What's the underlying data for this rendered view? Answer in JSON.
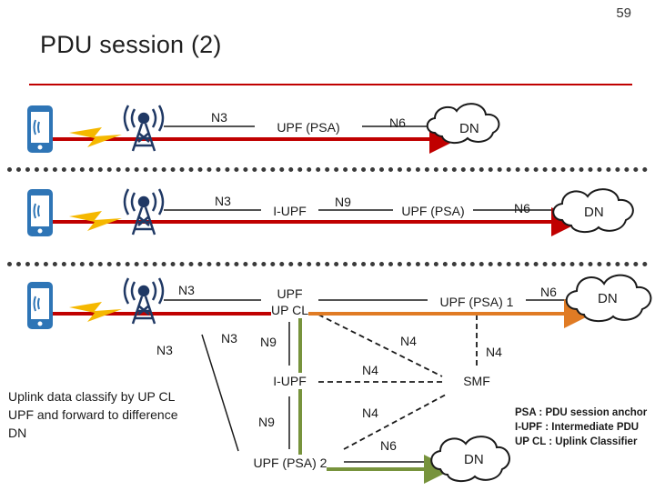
{
  "slide": {
    "number": "59",
    "title": "PDU session (2)"
  },
  "scenario1": {
    "n3": "N3",
    "upf": "UPF (PSA)",
    "n6": "N6",
    "dn": "DN"
  },
  "scenario2": {
    "n3": "N3",
    "iupf": "I-UPF",
    "n9": "N9",
    "upf": "UPF (PSA)",
    "n6": "N6",
    "dn": "DN"
  },
  "scenario3": {
    "n3_top": "N3",
    "n3_left": "N3",
    "n3_mid": "N3",
    "upf_cl_line1": "UPF",
    "upf_cl_line2": "UP CL",
    "upf_psa1": "UPF (PSA) 1",
    "n6_top": "N6",
    "dn_top": "DN",
    "n9_upper": "N9",
    "n4_a": "N4",
    "n4_b": "N4",
    "n4_c": "N4",
    "n4_d": "N4",
    "iupf": "I-UPF",
    "smf": "SMF",
    "n9_lower": "N9",
    "upf_psa2": "UPF (PSA) 2",
    "n6_bottom": "N6",
    "dn_bottom": "DN",
    "caption": "Uplink data classify by UP CL UPF and forward to difference DN"
  },
  "legend": [
    "PSA : PDU session anchor",
    "I-UPF : Intermediate PDU",
    "UP CL : Uplink Classifier"
  ],
  "colors": {
    "red_flow": "#c00000",
    "orange_flow": "#e07b24",
    "green_flow": "#77933c",
    "phone_blue": "#2e75b6",
    "tower_navy": "#1f3864",
    "lightning": "#f5b800"
  }
}
